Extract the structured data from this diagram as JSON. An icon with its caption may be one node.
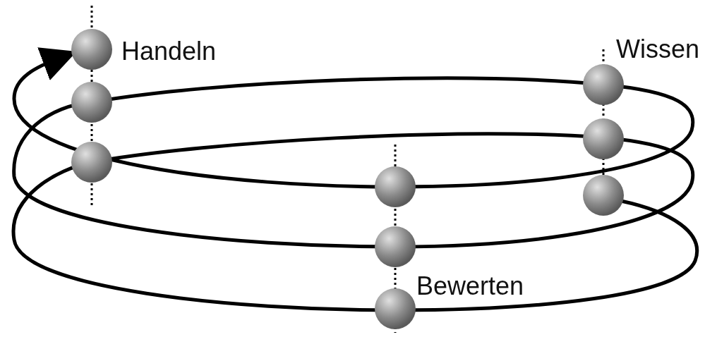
{
  "diagram": {
    "labels": [
      "Handeln",
      "Wissen",
      "Bewerten"
    ]
  }
}
